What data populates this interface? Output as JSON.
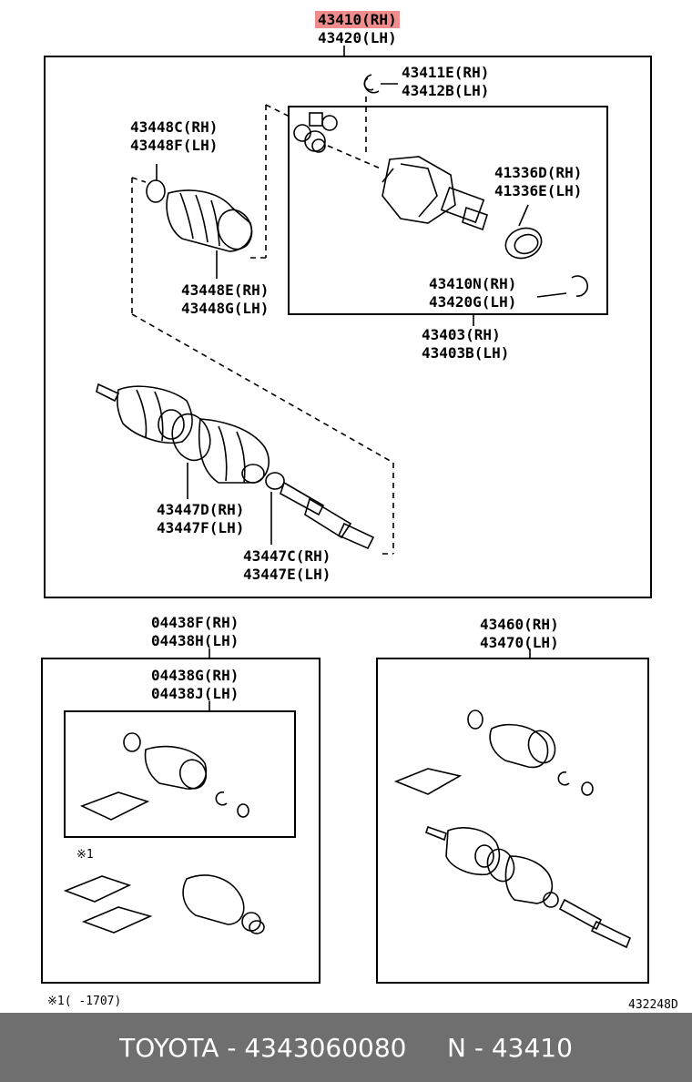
{
  "assembly": {
    "rh": "43410(RH)",
    "lh": "43420(LH)"
  },
  "parts": {
    "snap_ring_top": {
      "rh": "43411E(RH)",
      "lh": "43412B(LH)"
    },
    "boot_clamp_small": {
      "rh": "43448C(RH)",
      "lh": "43448F(LH)"
    },
    "oil_seal": {
      "rh": "41336D(RH)",
      "lh": "41336E(LH)"
    },
    "boot_clamp_large": {
      "rh": "43448E(RH)",
      "lh": "43448G(LH)"
    },
    "snap_ring_inner": {
      "rh": "43410N(RH)",
      "lh": "43420G(LH)"
    },
    "inboard_joint": {
      "rh": "43403(RH)",
      "lh": "43403B(LH)"
    },
    "outboard_clamp_large": {
      "rh": "43447D(RH)",
      "lh": "43447F(LH)"
    },
    "outboard_clamp_small": {
      "rh": "43447C(RH)",
      "lh": "43447E(LH)"
    }
  },
  "kits": {
    "boot_kit_outer": {
      "rh": "04438F(RH)",
      "lh": "04438H(LH)"
    },
    "boot_kit_inner": {
      "rh": "04438G(RH)",
      "lh": "04438J(LH)"
    },
    "outboard_joint": {
      "rh": "43460(RH)",
      "lh": "43470(LH)"
    }
  },
  "notes": {
    "footnote_mark": "※1",
    "footnote": "※1(    -1707)",
    "diagram_code": "432248D"
  },
  "footer": {
    "brand": "TOYOTA",
    "part_number": "4343060080",
    "catalog_ref": "N - 43410",
    "text": "TOYOTA - 4343060080     N - 43410"
  },
  "colors": {
    "highlight": "#f08c8c",
    "footer_bg": "#6f6f6f",
    "footer_text": "#ffffff"
  }
}
